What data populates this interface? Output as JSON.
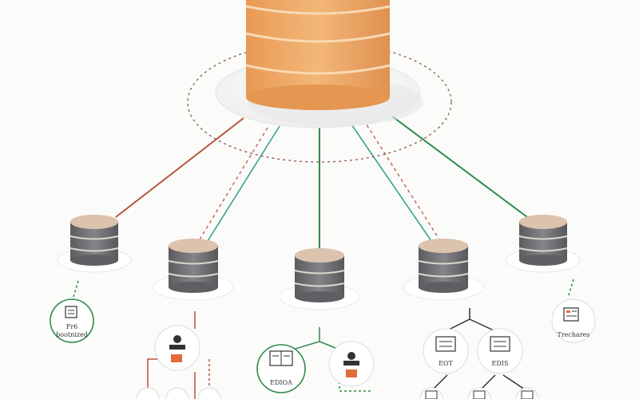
{
  "colors": {
    "main_db_top": "#f1c58c",
    "main_db_side": "#e9a35f",
    "db_top": "#dcc3ae",
    "db_side": "#6b6a6d",
    "link_red": "#b6553b",
    "link_green": "#2f8a4c",
    "link_teal": "#3aa38c"
  },
  "main_database": {
    "name": "central-database",
    "icon": "database-cylinder-icon"
  },
  "nodes": [
    {
      "name": "node-db-1",
      "icon": "database-cylinder-icon"
    },
    {
      "name": "node-db-2",
      "icon": "database-cylinder-icon"
    },
    {
      "name": "node-db-3",
      "icon": "database-cylinder-icon"
    },
    {
      "name": "node-db-4",
      "icon": "database-cylinder-icon"
    },
    {
      "name": "node-db-5",
      "icon": "database-cylinder-icon"
    }
  ],
  "labels": {
    "client_a_line1": "Fr6",
    "client_a_line2": "bootnized",
    "client_edioa": "EDIOA",
    "client_eot": "EOT",
    "client_edis": "EDIS",
    "client_trechares": "Trechares"
  }
}
